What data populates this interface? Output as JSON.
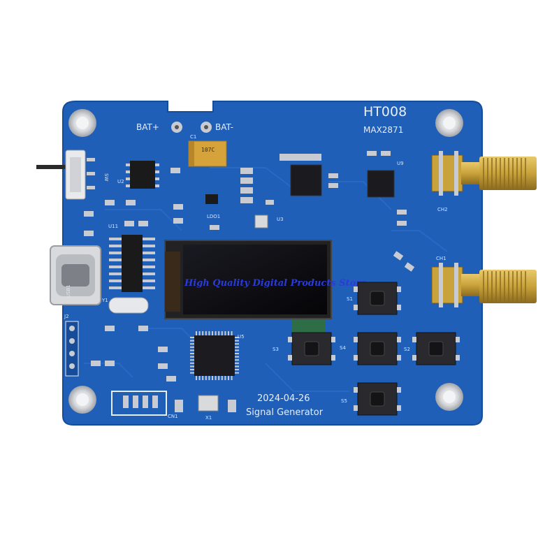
{
  "board": {
    "model": "HT008",
    "chip": "MAX2871",
    "date": "2024-04-26",
    "function": "Signal Generator",
    "bat_plus": "BAT+",
    "bat_minus": "BAT-"
  },
  "watermark": "High Quality Digital Products Store",
  "ports": [
    "CH1",
    "CH2"
  ],
  "buttons": [
    "S1",
    "S2",
    "S3",
    "S4",
    "S5"
  ],
  "designators": {
    "usb": "USB1",
    "lcd": "U5",
    "switch": "SW",
    "connector": "CN1",
    "header": "J2",
    "mcu": "U11",
    "crystal": "Y1",
    "crystal2": "X1",
    "ldo": "LDO1",
    "u2": "U2",
    "u3": "U3",
    "u9": "U9",
    "c1": "C1",
    "cap_code": "107C"
  },
  "colors": {
    "pcb": "#1f5fb8",
    "pcb_dark": "#174c99",
    "silkscreen": "#e9eef5",
    "sma_gold": "#c9a23a",
    "pad": "#c8ccd2",
    "watermark": "#2a3bd6"
  }
}
